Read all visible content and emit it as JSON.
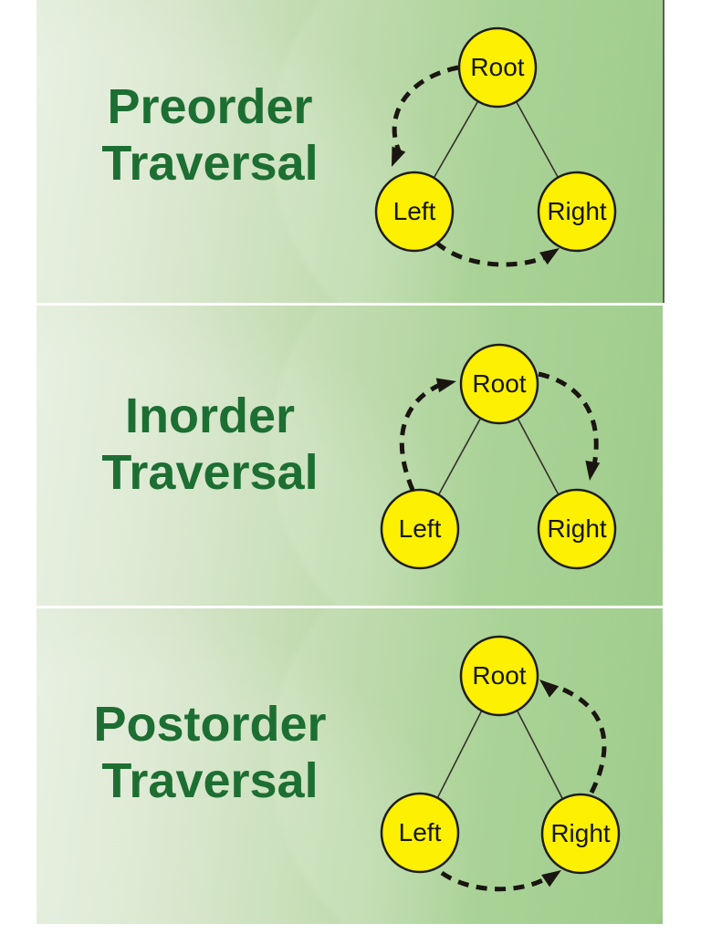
{
  "colors": {
    "page_background": "#ffffff",
    "panel_background_left": "#e4eedd",
    "panel_background_right": "#95c780",
    "title_green": "#1d6e32",
    "node_fill": "#fdf000",
    "node_stroke": "#1e1e1e",
    "arrow_black": "#1a1511"
  },
  "panels": [
    {
      "title_line1": "Preorder",
      "title_line2": "Traversal",
      "nodes": {
        "root": "Root",
        "left": "Left",
        "right": "Right"
      },
      "arrows": [
        {
          "from": "Root",
          "to": "Left"
        },
        {
          "from": "Left",
          "to": "Right"
        }
      ]
    },
    {
      "title_line1": "Inorder",
      "title_line2": "Traversal",
      "nodes": {
        "root": "Root",
        "left": "Left",
        "right": "Right"
      },
      "arrows": [
        {
          "from": "Left",
          "to": "Root"
        },
        {
          "from": "Root",
          "to": "Right"
        }
      ]
    },
    {
      "title_line1": "Postorder",
      "title_line2": "Traversal",
      "nodes": {
        "root": "Root",
        "left": "Left",
        "right": "Right"
      },
      "arrows": [
        {
          "from": "Left",
          "to": "Right"
        },
        {
          "from": "Right",
          "to": "Root"
        }
      ]
    }
  ]
}
